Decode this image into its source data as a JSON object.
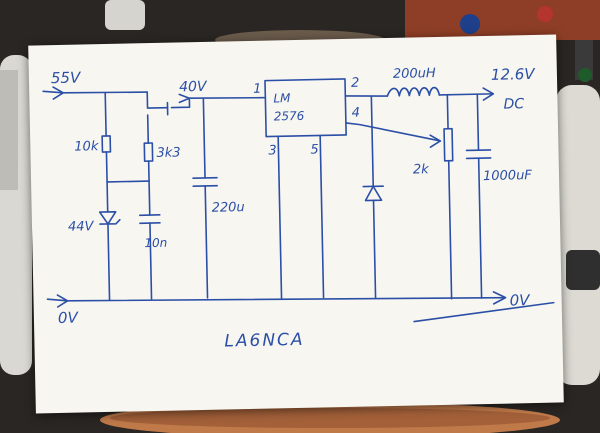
{
  "schematic": {
    "input_voltage": "55V",
    "input_ground": "0V",
    "output_voltage": "12.6V",
    "output_type": "DC",
    "output_ground": "0V",
    "rail_voltage": "40V",
    "ic_name_line1": "LM",
    "ic_name_line2": "2576",
    "ic_pin1": "1",
    "ic_pin2": "2",
    "ic_pin3": "3",
    "ic_pin4": "4",
    "ic_pin5": "5",
    "inductor": "200uH",
    "potentiometer": "2k",
    "resistor_top_left": "10k",
    "resistor_top_mid": "3k3",
    "zener_voltage": "44V",
    "cap_small": "10n",
    "cap_input": "220u",
    "cap_output": "1000uF",
    "signature": "LA6NCA"
  },
  "colors": {
    "ink": "#2b4fa6",
    "paper": "#f7f6f1",
    "background": "#2a2623",
    "capacitor_blue": "#1e3f8a",
    "capacitor_red": "#b3352e",
    "copper": "#c07a4a"
  }
}
